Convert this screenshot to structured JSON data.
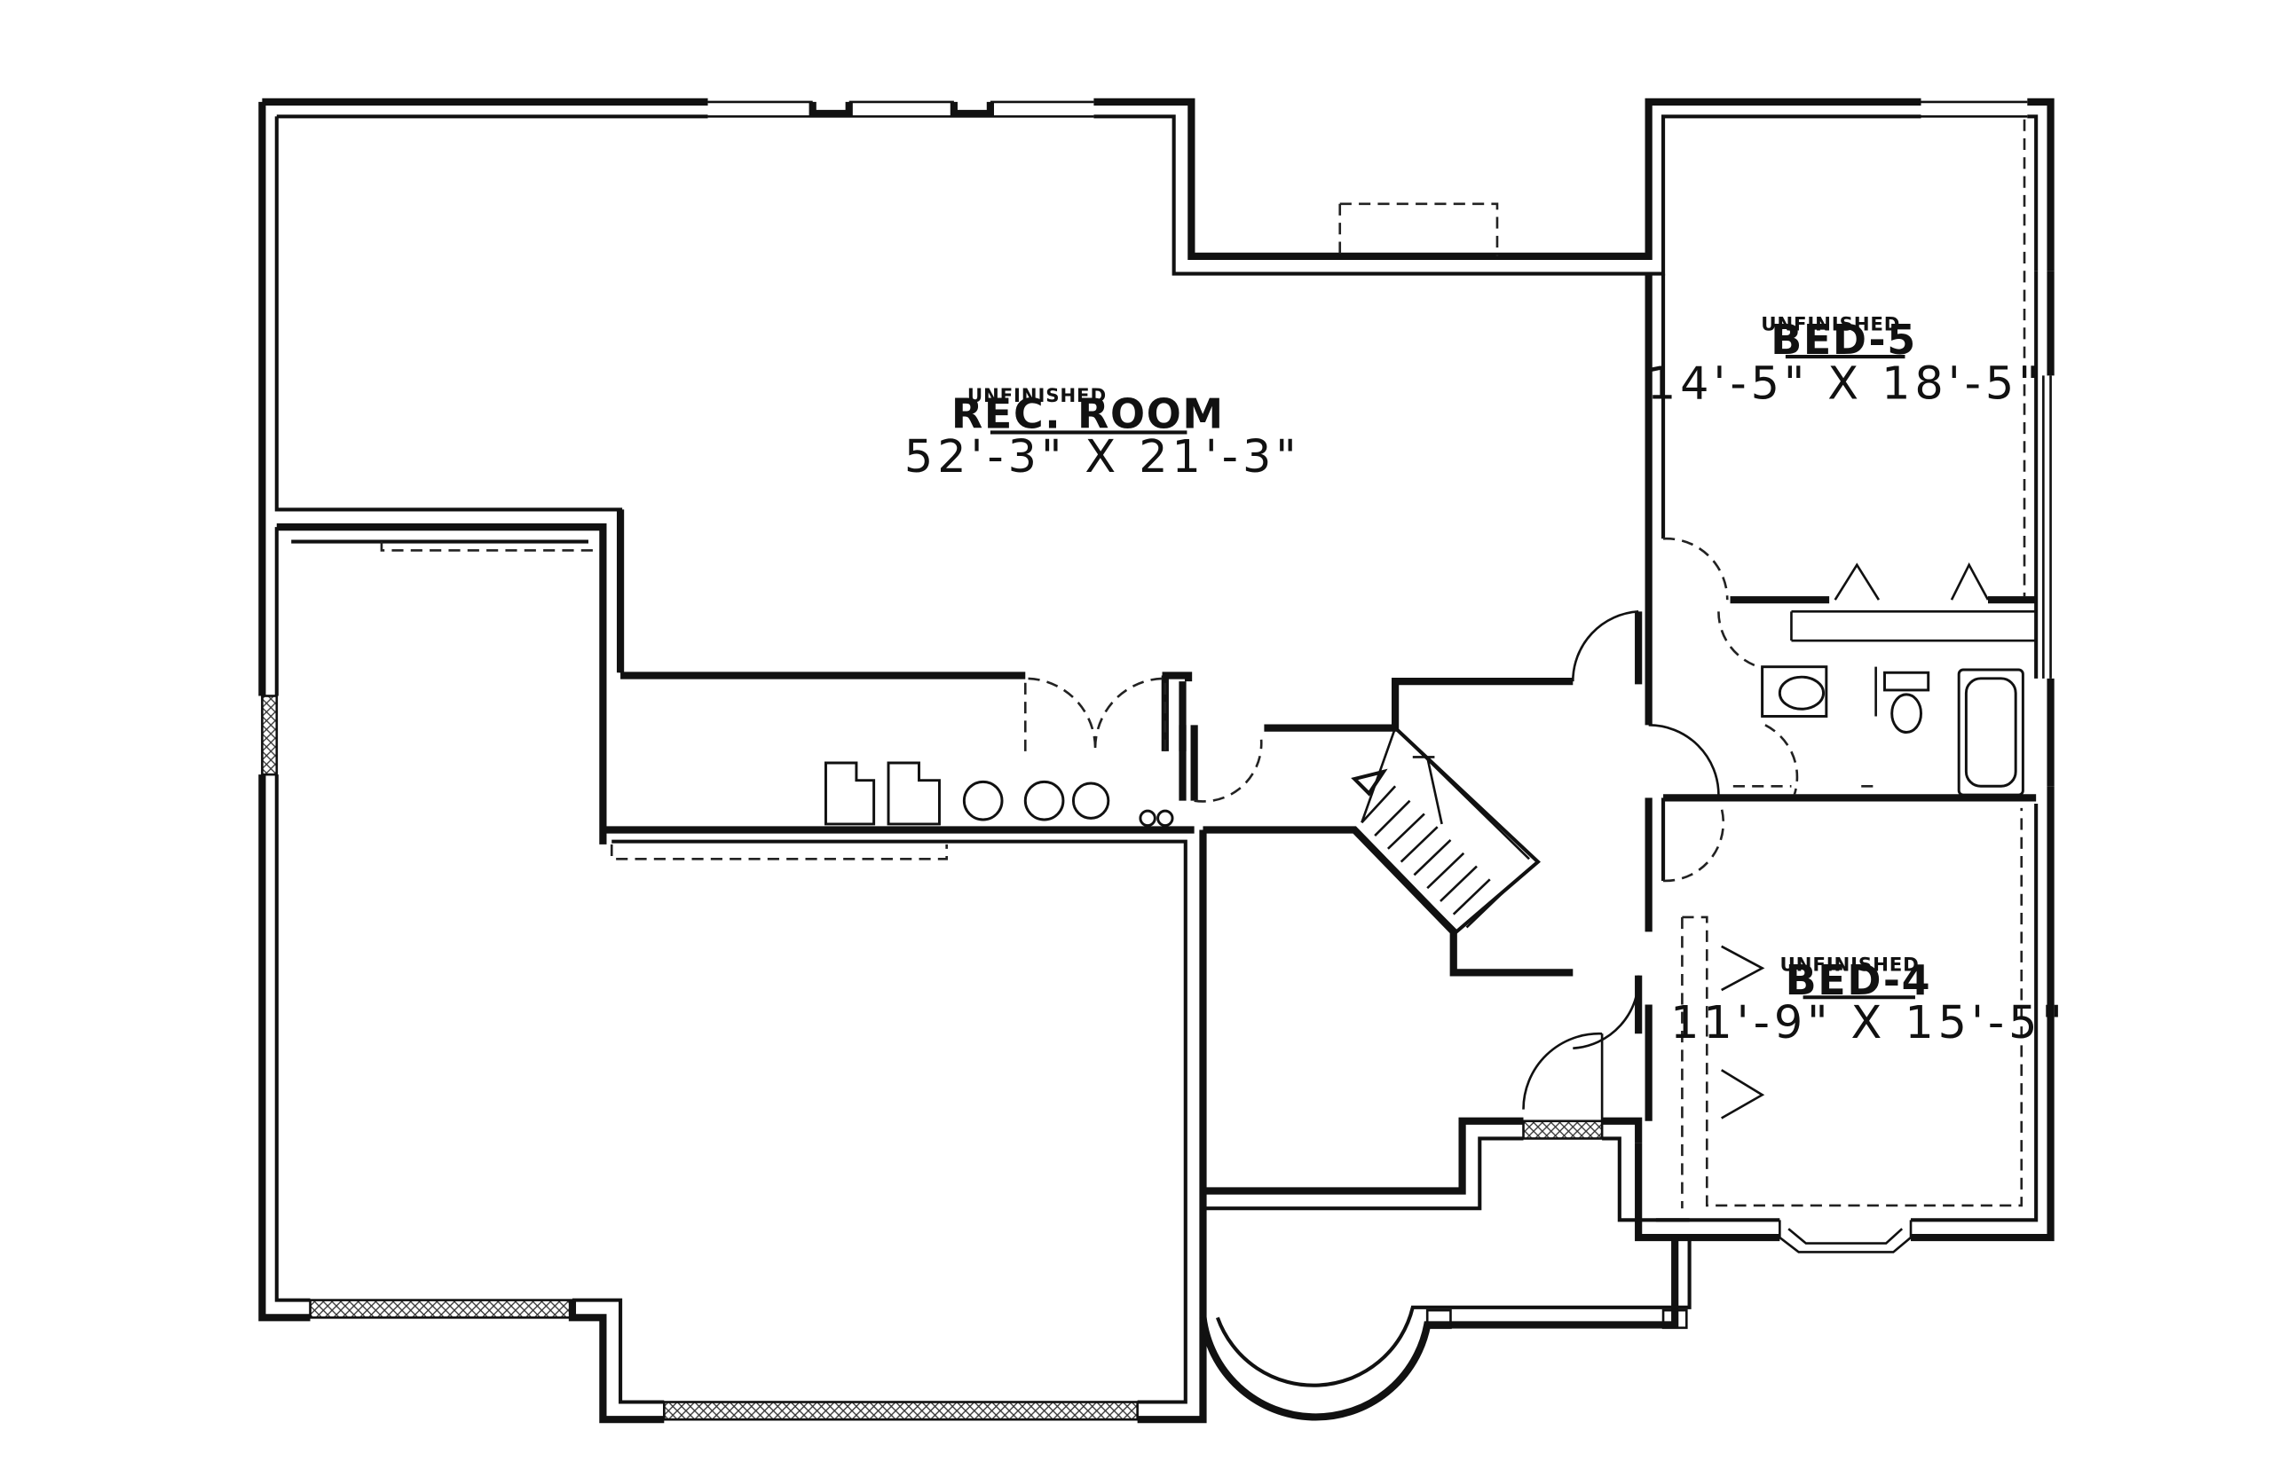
{
  "rooms": {
    "rec_room": {
      "status": "UNFINISHED",
      "name": "REC. ROOM",
      "dimensions": "52'-3\" X 21'-3\""
    },
    "bed_5": {
      "status": "UNFINISHED",
      "name": "BED-5",
      "dimensions": "14'-5\" X 18'-5\""
    },
    "bed_4": {
      "status": "UNFINISHED",
      "name": "BED-4",
      "dimensions": "11'-9\" X 15'-5\""
    }
  }
}
